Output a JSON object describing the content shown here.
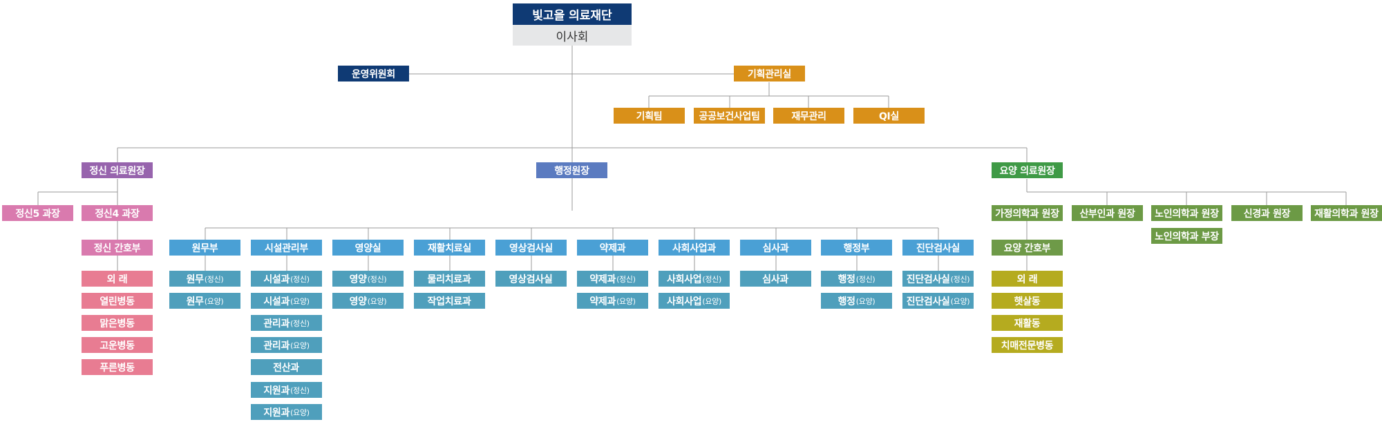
{
  "foundation": {
    "name": "빛고을 의료재단",
    "board": "이사회"
  },
  "top_units": {
    "operations_committee": "운영위원회",
    "planning_office": "기획관리실",
    "planning_children": [
      "기획팀",
      "공공보건사업팀",
      "재무관리",
      "QI실"
    ]
  },
  "psychiatric": {
    "director": "정신 의료원장",
    "dept5": "정신5 과장",
    "dept4": "정신4 과장",
    "nursing": "정신 간호부",
    "wards": [
      "외 래",
      "열린병동",
      "맑은병동",
      "고운병동",
      "푸른병동"
    ]
  },
  "admin": {
    "director": "행정원장",
    "departments": [
      {
        "name": "원무부",
        "children": [
          {
            "label": "원무",
            "note": "(정신)"
          },
          {
            "label": "원무",
            "note": "(요양)"
          }
        ]
      },
      {
        "name": "시설관리부",
        "children": [
          {
            "label": "시설과",
            "note": "(정신)"
          },
          {
            "label": "시설과",
            "note": "(요양)"
          },
          {
            "label": "관리과",
            "note": "(정신)"
          },
          {
            "label": "관리과",
            "note": "(요양)"
          },
          {
            "label": "전산과",
            "note": ""
          },
          {
            "label": "지원과",
            "note": "(정신)"
          },
          {
            "label": "지원과",
            "note": "(요양)"
          }
        ]
      },
      {
        "name": "영양실",
        "children": [
          {
            "label": "영양",
            "note": "(정신)"
          },
          {
            "label": "영양",
            "note": "(요양)"
          }
        ]
      },
      {
        "name": "재활치료실",
        "children": [
          {
            "label": "물리치료과",
            "note": ""
          },
          {
            "label": "작업치료과",
            "note": ""
          }
        ]
      },
      {
        "name": "영상검사실",
        "children": [
          {
            "label": "영상검사실",
            "note": ""
          }
        ]
      },
      {
        "name": "약제과",
        "children": [
          {
            "label": "약제과",
            "note": "(정신)"
          },
          {
            "label": "약제과",
            "note": "(요양)"
          }
        ]
      },
      {
        "name": "사회사업과",
        "children": [
          {
            "label": "사회사업",
            "note": "(정신)"
          },
          {
            "label": "사회사업",
            "note": "(요양)"
          }
        ]
      },
      {
        "name": "심사과",
        "children": [
          {
            "label": "심사과",
            "note": ""
          }
        ]
      },
      {
        "name": "행정부",
        "children": [
          {
            "label": "행정",
            "note": "(정신)"
          },
          {
            "label": "행정",
            "note": "(요양)"
          }
        ]
      },
      {
        "name": "진단검사실",
        "children": [
          {
            "label": "진단검사실",
            "note": "(정신)"
          },
          {
            "label": "진단검사실",
            "note": "(요양)"
          }
        ]
      }
    ]
  },
  "nursing_home": {
    "director": "요양 의료원장",
    "heads": [
      "가정의학과 원장",
      "산부인과 원장",
      "노인의학과 원장",
      "신경과 원장",
      "재활의학과 원장"
    ],
    "geriatric_deputy": "노인의학과 부장",
    "nursing": "요양 간호부",
    "wards": [
      "외 래",
      "햇살동",
      "재활동",
      "치매전문병동"
    ]
  },
  "colors": {
    "navy": "#0f3a74",
    "orange": "#d99019",
    "purple": "#9764ad",
    "blue": "#5b7bc0",
    "green": "#3f9a46",
    "pink": "#d97aae",
    "rose": "#e87c92",
    "sky": "#4aa0d5",
    "teal": "#4f9fbc",
    "olive": "#6c9a45",
    "mustard": "#b5ab1f",
    "line": "#9a9a9a"
  }
}
